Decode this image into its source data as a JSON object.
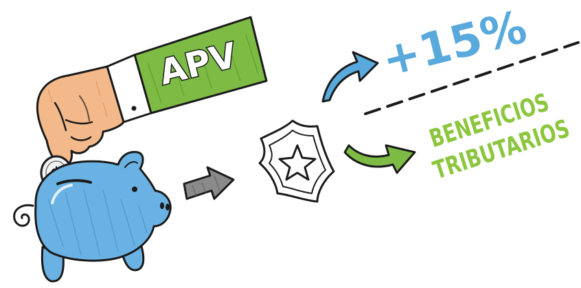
{
  "illustration": {
    "sleeve_badge_text": "APV",
    "return_text": "+15%",
    "benefit_line_1": "BENEFICIOS",
    "benefit_line_2": "TRIBUTARIOS",
    "coin_symbol": "$"
  },
  "colors": {
    "sleeve_green": "#7dbb45",
    "benefit_green": "#8cc63f",
    "return_blue": "#5aa9dc",
    "piggy_blue": "#6bb2e4",
    "hand_skin": "#f3b98a",
    "arrow_gray": "#8a8a8a",
    "outline": "#1a1a1a"
  },
  "icons": [
    "piggy-bank-icon",
    "hand-icon",
    "coin-icon",
    "shield-star-icon",
    "arrow-right-icon",
    "arrow-up-right-icon",
    "arrow-down-right-icon"
  ]
}
